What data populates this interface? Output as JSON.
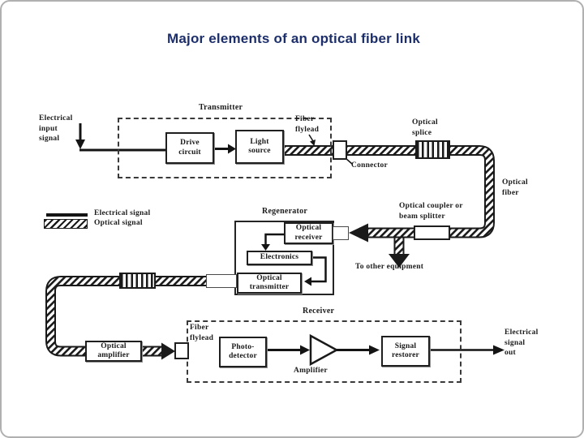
{
  "colors": {
    "title": "#1c2e6b",
    "ink": "#1a1a1a"
  },
  "title": "Major elements of an optical fiber link",
  "sections": {
    "transmitter": "Transmitter",
    "regenerator": "Regenerator",
    "receiver": "Receiver"
  },
  "blocks": {
    "drive_circuit": "Drive\ncircuit",
    "light_source": "Light\nsource",
    "optical_receiver": "Optical\nreceiver",
    "electronics": "Electronics",
    "optical_transmitter": "Optical\ntransmitter",
    "optical_amplifier": "Optical\namplifier",
    "photo_detector": "Photo-\ndetector",
    "signal_restorer": "Signal\nrestorer",
    "amplifier": "Amplifier"
  },
  "annotations": {
    "electrical_input_signal": "Electrical\ninput\nsignal",
    "fiber_flylead_top": "Fiber\nflylead",
    "optical_splice": "Optical\nsplice",
    "connector": "Connector",
    "optical_fiber": "Optical\nfiber",
    "optical_coupler": "Optical coupler or\nbeam splitter",
    "to_other_equipment": "To other equipment",
    "fiber_flylead_bottom": "Fiber\nflylead",
    "electrical_signal_out": "Electrical\nsignal\nout"
  },
  "legend": {
    "electrical_signal": "Electrical signal",
    "optical_signal": "Optical signal"
  }
}
